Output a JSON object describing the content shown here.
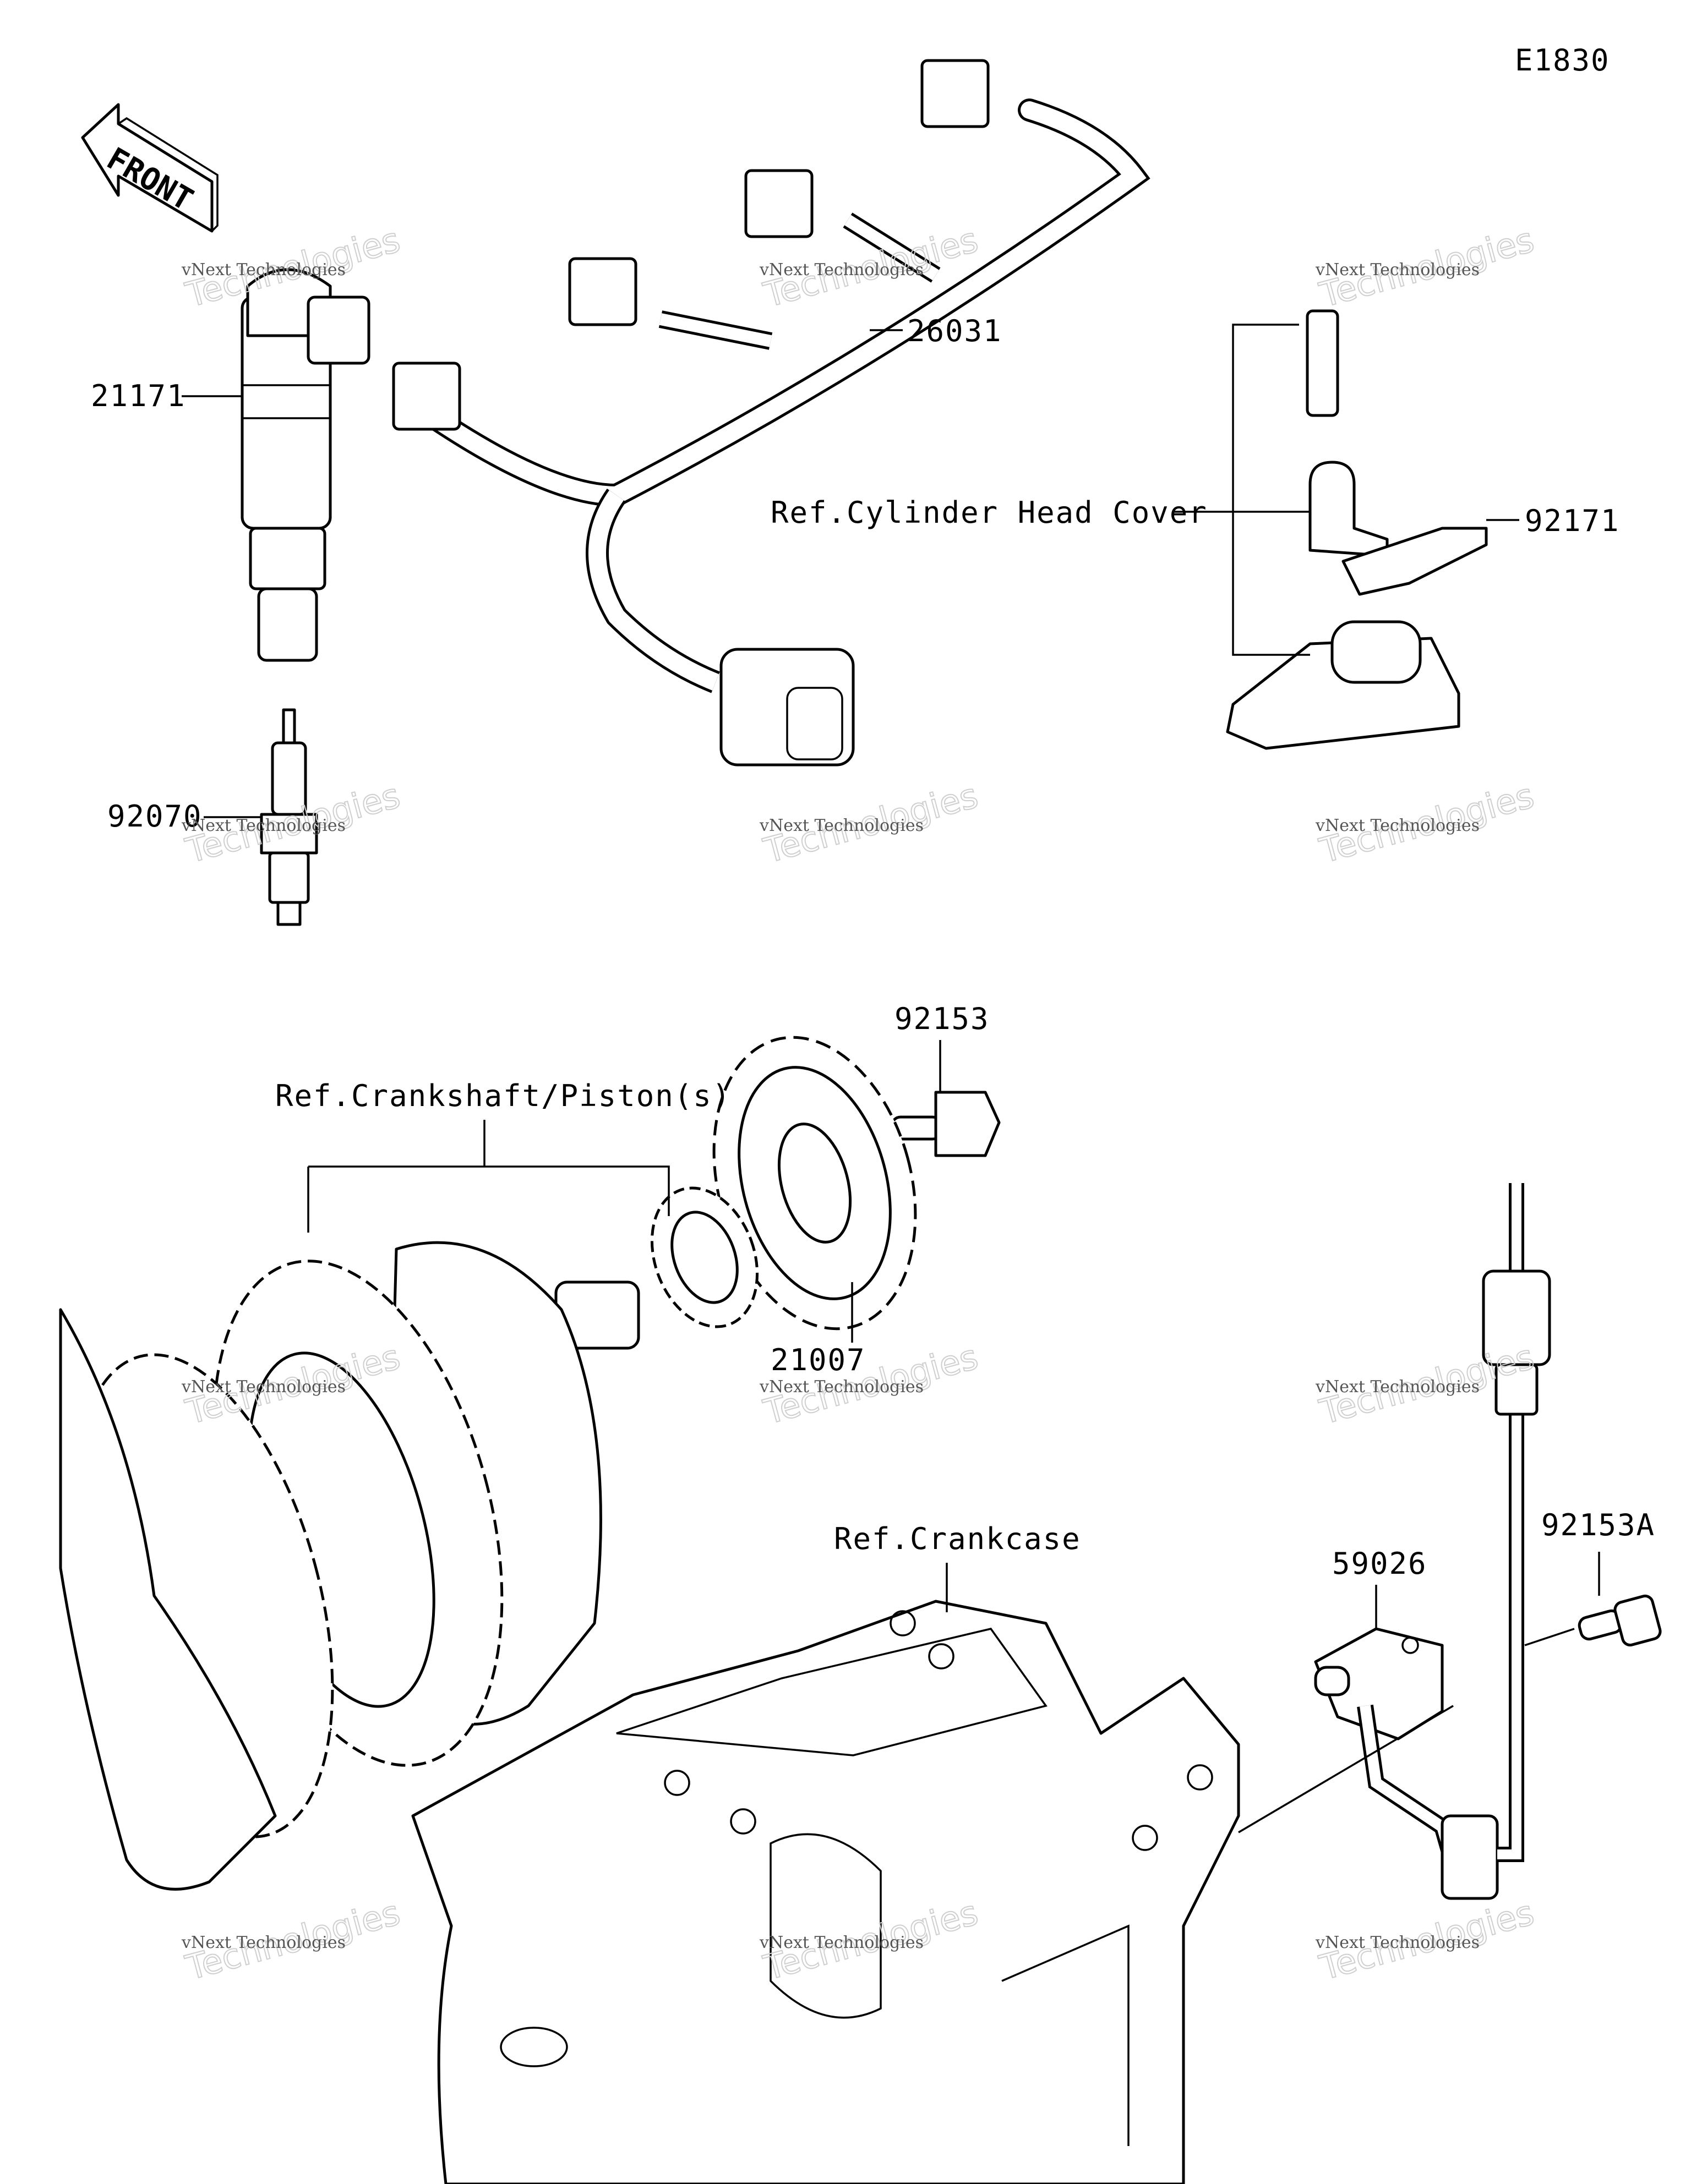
{
  "diagram_code": "E1830",
  "front_arrow_text": "FRONT",
  "labels": {
    "ignition_coil": "21171",
    "harness": "26031",
    "spark_plug": "92070",
    "ref_cylinder_head": "Ref.Cylinder Head Cover",
    "clamp": "92171",
    "bolt_rotor": "92153",
    "ref_crankshaft": "Ref.Crankshaft/Piston(s)",
    "rotor": "21007",
    "ref_crankcase": "Ref.Crankcase",
    "sensor": "59026",
    "bolt_sensor": "92153A"
  },
  "watermark": {
    "line1": "vNext Technologies",
    "line2": "Technologies",
    "line3": "vNext"
  }
}
